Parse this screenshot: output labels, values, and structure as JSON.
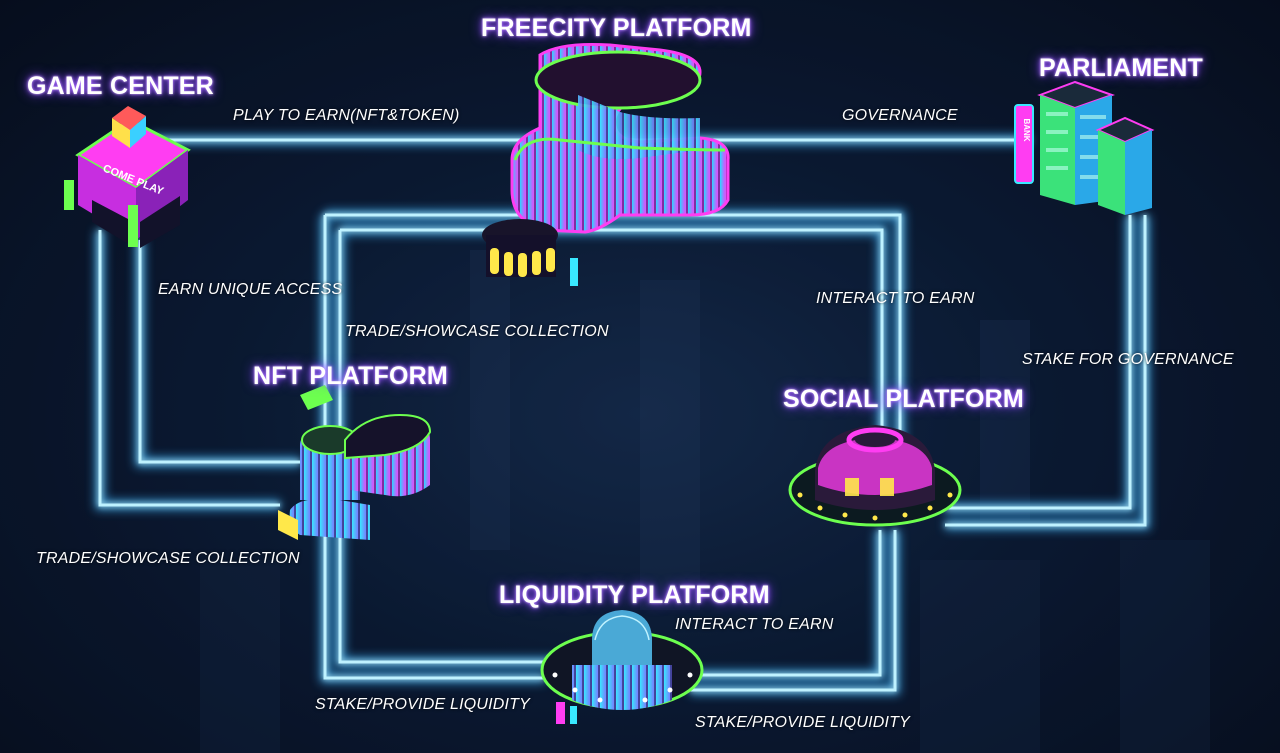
{
  "nodes": {
    "freecity": {
      "title": "FREECITY PLATFORM"
    },
    "game_center": {
      "title": "GAME CENTER"
    },
    "parliament": {
      "title": "PARLIAMENT"
    },
    "nft": {
      "title": "NFT PLATFORM"
    },
    "social": {
      "title": "SOCIAL PLATFORM"
    },
    "liquidity": {
      "title": "LIQUIDITY PLATFORM"
    }
  },
  "edges": {
    "play_to_earn": "PLAY TO EARN(NFT&TOKEN)",
    "governance": "GOVERNANCE",
    "earn_unique_access": "EARN UNIQUE ACCESS",
    "trade_showcase_top": "TRADE/SHOWCASE COLLECTION",
    "interact_to_earn_top": "INTERACT TO EARN",
    "stake_for_governance": "STAKE FOR GOVERNANCE",
    "trade_showcase_left": "TRADE/SHOWCASE COLLECTION",
    "interact_to_earn_bottom": "INTERACT TO EARN",
    "stake_liquidity_left": "STAKE/PROVIDE LIQUIDITY",
    "stake_liquidity_right": "STAKE/PROVIDE LIQUIDITY"
  },
  "sign_text": {
    "game_sign": "COME PLAY",
    "bank_sign": "BANK"
  },
  "colors": {
    "connector": "#9fe6ff",
    "connector_glow": "#3fb8ff",
    "title_glow": "#7b3cff",
    "neon_pink": "#ff3df2",
    "neon_green": "#6dff4f",
    "neon_cyan": "#39e8ff",
    "neon_purple": "#b66bff"
  }
}
